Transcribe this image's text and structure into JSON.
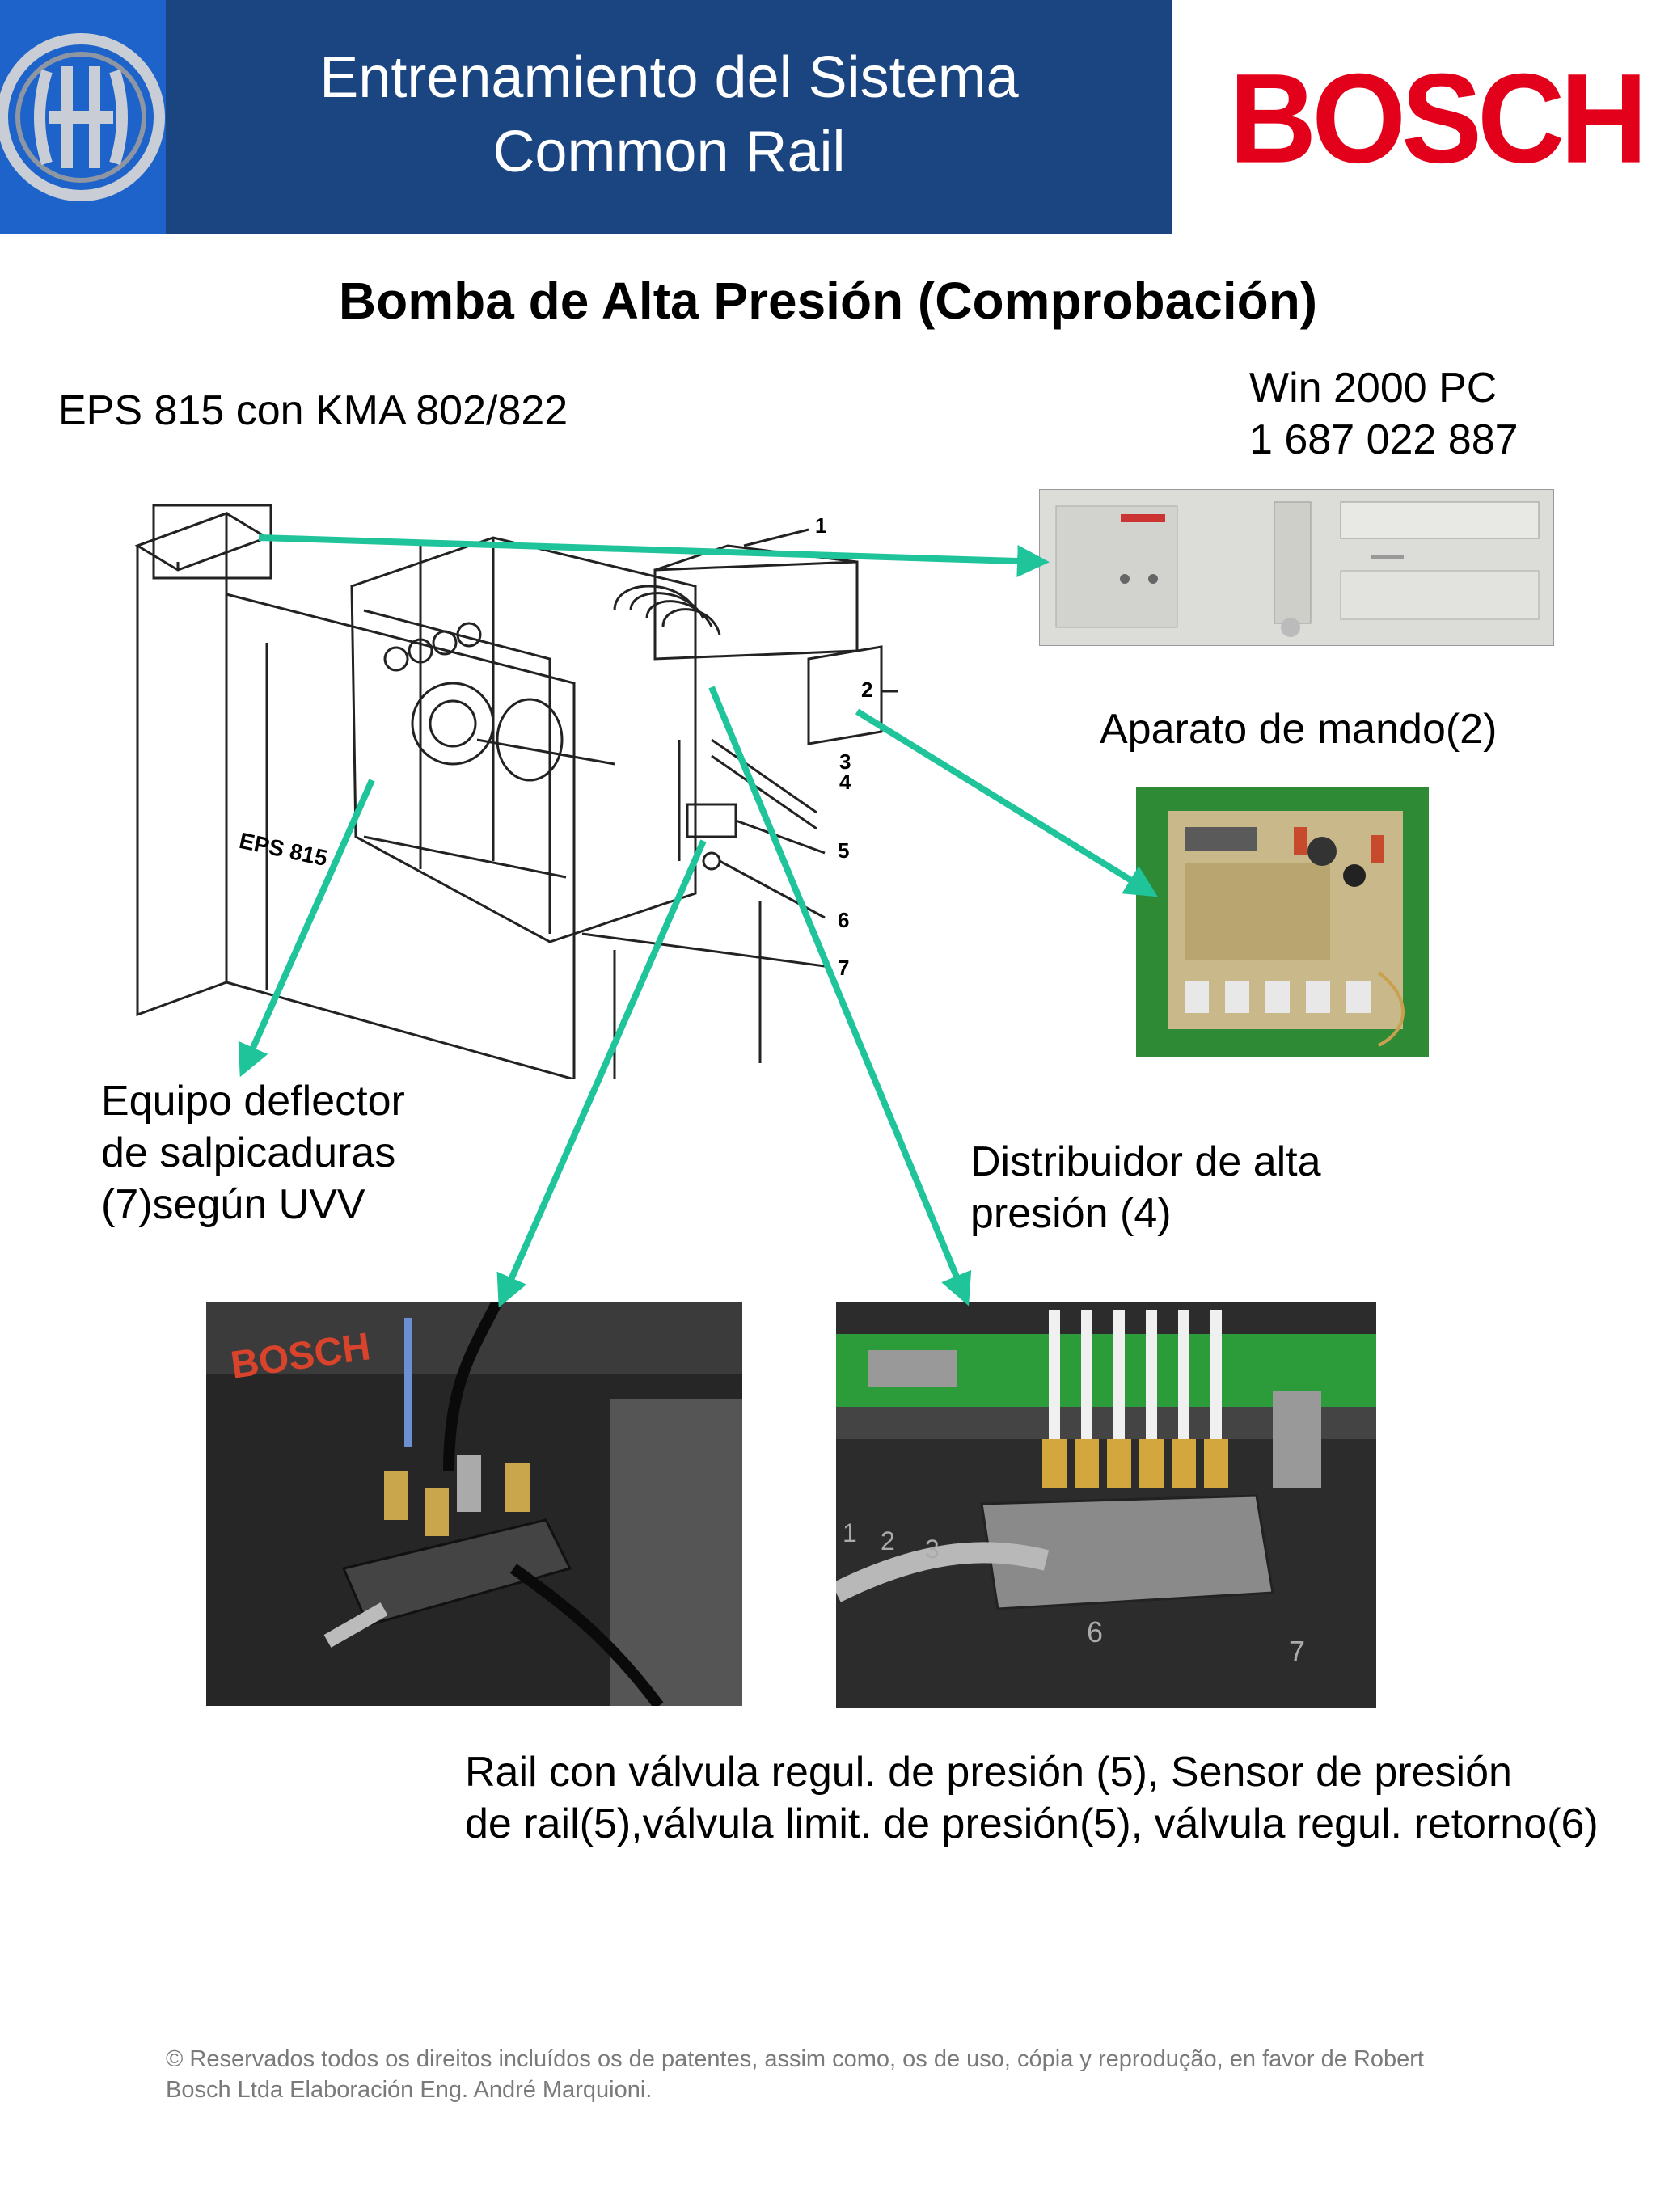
{
  "header": {
    "title_line1": "Entrenamiento del Sistema",
    "title_line2": "Common Rail",
    "logo_icon": "bosch-armature-logo-icon",
    "brand_wordmark": "BOSCH",
    "colors": {
      "band": "#1a4580",
      "logo_panel": "#1e63c9",
      "brand_red": "#e3001b"
    }
  },
  "page_title": "Bomba de Alta Presión (Comprobación)",
  "labels": {
    "eps": "EPS 815 con KMA 802/822",
    "pc_line1": "Win 2000 PC",
    "pc_line2": "1 687 022 887",
    "mando": "Aparato de mando(2)",
    "deflector_line1": "Equipo deflector",
    "deflector_line2": "de salpicaduras",
    "deflector_line3": "(7)según UVV",
    "distribuidor_line1": "Distribuidor de alta",
    "distribuidor_line2": "presión (4)",
    "rail_line1": "Rail con válvula regul. de presión (5), Sensor de presión",
    "rail_line2": "de rail(5),válvula limit. de presión(5), válvula regul. retorno(6)"
  },
  "drawing": {
    "machine_label_a": "EPS",
    "machine_label_b": "815",
    "callouts": [
      "1",
      "2",
      "3",
      "4",
      "5",
      "6",
      "7"
    ]
  },
  "photos": {
    "rail_brand": "BOSCH",
    "distributor_marks": [
      "1",
      "2",
      "3",
      "6",
      "7"
    ]
  },
  "arrow_color": "#1fc49a",
  "footer": {
    "line1": "© Reservados todos os direitos incluídos os de patentes, assim como, os de uso, cópia y reprodução, en favor de Robert",
    "line2": "Bosch Ltda Elaboración Eng. André Marquioni."
  }
}
